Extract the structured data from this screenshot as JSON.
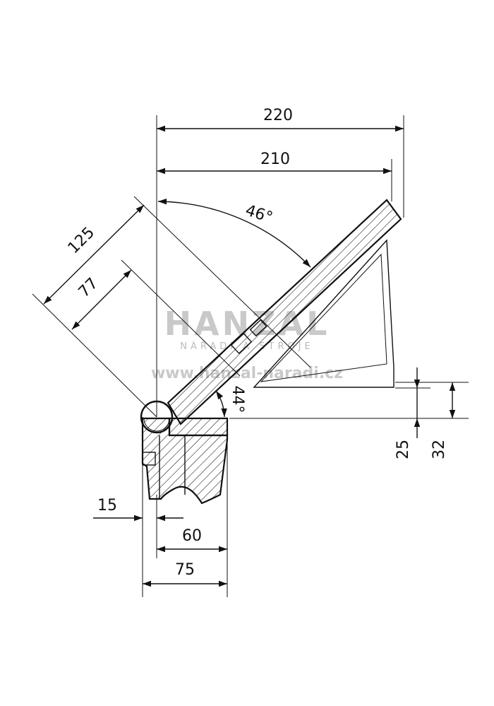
{
  "dimensions": {
    "d220": "220",
    "d210": "210",
    "d125": "125",
    "d77": "77",
    "a46": "46°",
    "a44": "44°",
    "d15": "15",
    "d60": "60",
    "d75": "75",
    "d25": "25",
    "d32": "32"
  },
  "watermark": {
    "brand": "HANZAL",
    "tagline": "NÁŘADÍ A STROJE",
    "url": "www.hanzal-naradi.cz"
  }
}
